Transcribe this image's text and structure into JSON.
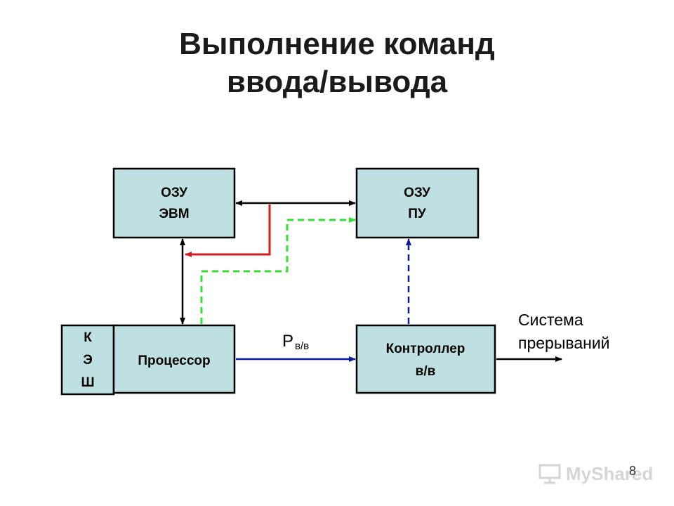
{
  "title": {
    "line1": "Выполнение команд",
    "line2": "ввода/вывода"
  },
  "nodes": {
    "ram_computer": {
      "line1": "ОЗУ",
      "line2": "ЭВМ"
    },
    "ram_peripheral": {
      "line1": "ОЗУ",
      "line2": "ПУ"
    },
    "processor": {
      "label": "Процессор"
    },
    "kesh": {
      "line1": "К",
      "line2": "Э",
      "line3": "Ш"
    },
    "controller": {
      "line1": "Контроллер",
      "line2": "в/в"
    }
  },
  "labels": {
    "register_main": "Р",
    "register_sub": "в/в",
    "interrupt_line1": "Система",
    "interrupt_line2": "прерываний"
  },
  "colors": {
    "box_fill": "#bfe0e0",
    "black_arrow": "#000000",
    "red_arrow": "#cc1f1f",
    "green_dashed": "#33dd33",
    "blue_arrow": "#0a1a9a",
    "blue_dashed": "#0a1a9a"
  },
  "footer": {
    "page_number": "8",
    "watermark": "MyShared"
  }
}
